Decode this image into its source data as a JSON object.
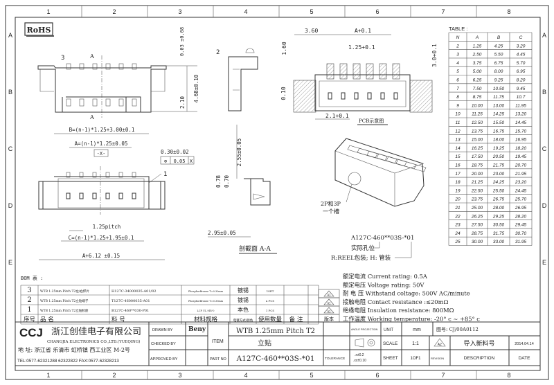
{
  "border": {
    "columns": [
      "1",
      "2",
      "3",
      "4",
      "5",
      "6",
      "7",
      "8"
    ],
    "rows": [
      "A",
      "B",
      "C",
      "D",
      "E"
    ]
  },
  "rohs": "RoHS",
  "top_view": {
    "callout": "3",
    "section_marker": "A",
    "dim_coplanarity": "0.03 ±0.08",
    "dim_height": "4.68±0.10",
    "dim_lower": "2.10"
  },
  "side_view": {
    "callout": "2"
  },
  "front_view": {
    "dim_b": "B=(n-1)*1.25+3.00±0.1",
    "dim_a": "A=(n-1)*1.25±0.05",
    "datum": "-X-",
    "pin_width": "0.30±0.02",
    "position_tol": "0.05",
    "position_datum": "X",
    "callout": "1",
    "pitch": "1.25pitch",
    "dim_c": "C=(n-1)*1.25+1.95±0.1",
    "dim_total": "A+6.12 ±0.15"
  },
  "section_view": {
    "dim_255": "2.55±0.05",
    "dim_078": "0.78",
    "dim_070": "0.70",
    "dim_295": "2.95±0.05",
    "title": "剖截面 A-A"
  },
  "pcb_view": {
    "dim_360": "3.60",
    "dim_a": "A+0.1",
    "dim_160": "1.60",
    "dim_pitch": "1.25+0.1",
    "dim_30": "3.0+0.1",
    "dim_010": "0.10",
    "dim_21": "2.1+0.1",
    "title": "PCB示意图"
  },
  "iso_view": {
    "note_line1": "2P和3P",
    "note_line2": "一个槽",
    "part_code": "A127C-460**03S-*01",
    "note_hole": "实际孔位",
    "note_pack": "R:REEL包装; H: 管装"
  },
  "dim_table": {
    "title": "TABLE :",
    "headers": [
      "N",
      "A",
      "B",
      "C"
    ],
    "rows": [
      [
        "2",
        "1.25",
        "4.25",
        "3.20"
      ],
      [
        "3",
        "2.50",
        "5.50",
        "4.45"
      ],
      [
        "4",
        "3.75",
        "6.75",
        "5.70"
      ],
      [
        "5",
        "5.00",
        "8.00",
        "6.95"
      ],
      [
        "6",
        "6.25",
        "9.25",
        "8.20"
      ],
      [
        "7",
        "7.50",
        "10.50",
        "9.45"
      ],
      [
        "8",
        "8.75",
        "11.75",
        "10.7"
      ],
      [
        "9",
        "10.00",
        "13.00",
        "11.95"
      ],
      [
        "10",
        "11.25",
        "14.25",
        "13.20"
      ],
      [
        "11",
        "12.50",
        "15.50",
        "14.45"
      ],
      [
        "12",
        "13.75",
        "16.75",
        "15.70"
      ],
      [
        "13",
        "15.00",
        "18.00",
        "16.95"
      ],
      [
        "14",
        "16.25",
        "19.25",
        "18.20"
      ],
      [
        "15",
        "17.50",
        "20.50",
        "19.45"
      ],
      [
        "16",
        "18.75",
        "21.75",
        "20.70"
      ],
      [
        "17",
        "20.00",
        "23.00",
        "21.95"
      ],
      [
        "18",
        "21.25",
        "24.25",
        "23.20"
      ],
      [
        "19",
        "22.50",
        "25.50",
        "24.45"
      ],
      [
        "20",
        "23.75",
        "26.75",
        "25.70"
      ],
      [
        "21",
        "25.00",
        "28.00",
        "26.95"
      ],
      [
        "22",
        "26.25",
        "29.25",
        "28.20"
      ],
      [
        "23",
        "27.50",
        "30.50",
        "29.45"
      ],
      [
        "24",
        "28.75",
        "31.75",
        "30.70"
      ],
      [
        "25",
        "30.00",
        "33.00",
        "31.95"
      ]
    ]
  },
  "bom": {
    "title": "BOM 表 :",
    "rows": [
      [
        "3",
        "WTB 1.25mm Pitch T2左/右焊片",
        "H127C-34000035-A01/02",
        "PhosphorBronze T=0.30mm",
        "镀锡",
        "1SET",
        ""
      ],
      [
        "2",
        "WTB 1.25mm Pitch T2立贴端子",
        "T127C-46000035-A01",
        "PhosphorBronze T=0.30mm",
        "镀锡",
        "n PCS",
        ""
      ],
      [
        "1",
        "WTB 1.25mm Pitch T2立贴胶座",
        "B127C-460**030-P01",
        "LCP UL 94V-0",
        "本色",
        "1 PCS",
        ""
      ]
    ],
    "headers": [
      "序号",
      "品    名",
      "料    号",
      "材料规格",
      "电镀方式/颜色",
      "使用数量",
      "备  注"
    ]
  },
  "revisions": [
    "A1",
    "A1",
    "A1"
  ],
  "revision_label": "版本",
  "specs": [
    "额定电流 Current rating: 0.5A",
    "额定电压 Voltage rating: 50V",
    "耐 电 压 Withstand coltage: 500V AC/minute",
    "接触电阻 Contact resistance :≤20mΩ",
    "绝缘电阻 Insulation resistance: 800MΩ",
    "工作温度 Working temperature: -20° c ~ +85° c"
  ],
  "title_block": {
    "company_cn": "浙江创佳电子有限公司",
    "company_en": "CHANGJIA ELECTRONICS CO.,LTD.(YUEQING)",
    "address": "地 址: 浙江省 乐清市 虹桥镇 西工业区 M-2号",
    "contact": "TEL:0577-62321288 62322822 FAX:0577-62328213",
    "logo": "CCJ",
    "drawn_by_label": "DRAWN BY",
    "drawn_by": "Beny",
    "checked_by_label": "CHECKED BY",
    "approved_by_label": "APPROVED BY",
    "item_label": "ITEM",
    "item_line1": "WTB 1.25mm Pitch T2",
    "item_line2": "立贴",
    "part_no_label": "PART NO",
    "part_no": "A127C-460**03S-*01",
    "tolerance_label": "TOLERANCE",
    "tolerance_1": ".x±0.2",
    "tolerance_2": ".xx±0.10",
    "angle_label": "ANGLE PROJECTION",
    "unit_label": "UNIT",
    "unit": "mm",
    "drawing_no": "图号: CJ/00A0112",
    "scale_label": "SCALE",
    "scale": "1:1",
    "rev_mark": "A2",
    "rev_desc": "导入新料号",
    "rev_date": "2014.04.14",
    "sheet_label": "SHEET",
    "sheet": "1OF1",
    "revision_label": "REVISION",
    "description_label": "DESCRIPTION",
    "date_label": "DATE"
  }
}
